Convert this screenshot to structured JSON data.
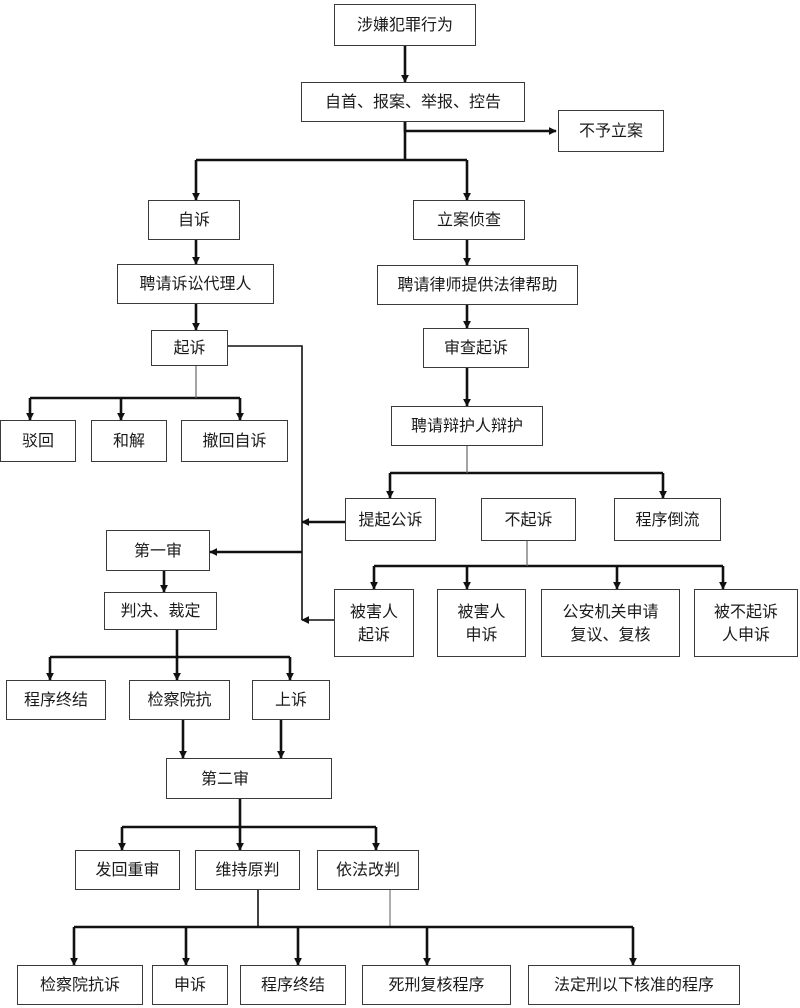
{
  "nodes": {
    "start": "涉嫌犯罪行为",
    "report": "自首、报案、举报、控告",
    "no_case": "不予立案",
    "private_prosecution": "自诉",
    "case_investigation": "立案侦查",
    "hire_litigation_agent": "聘请诉讼代理人",
    "hire_lawyer_help": "聘请律师提供法律帮助",
    "prosecute": "起诉",
    "review_prosecution": "审查起诉",
    "reject": "驳回",
    "settle": "和解",
    "withdraw": "撤回自诉",
    "hire_defender": "聘请辩护人辩护",
    "public_prosecution": "提起公诉",
    "non_prosecution": "不起诉",
    "procedure_reflux": "程序倒流",
    "first_instance": "第一审",
    "victim_prosecute": "被害人\n起诉",
    "victim_appeal": "被害人\n申诉",
    "police_review": "公安机关申请\n复议、复核",
    "non_prosecuted_appeal": "被不起诉\n人申诉",
    "judgment": "判决、裁定",
    "procedure_end_1": "程序终结",
    "procuratorate_protest": "检察院抗",
    "appeal": "上诉",
    "second_instance": "第二审",
    "remand": "发回重审",
    "uphold": "维持原判",
    "amend": "依法改判",
    "procuratorate_protest_2": "检察院抗诉",
    "petition": "申诉",
    "procedure_end_2": "程序终结",
    "death_penalty_review": "死刑复核程序",
    "below_statutory_review": "法定刑以下核准的程序"
  }
}
